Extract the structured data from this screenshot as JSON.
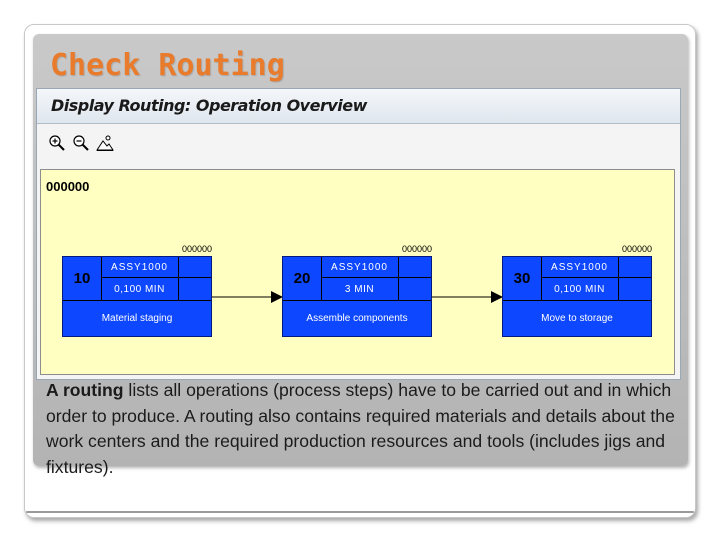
{
  "slide": {
    "title": "Check Routing",
    "description_lead": "A routing",
    "description_rest": " lists all operations (process steps) have to be carried out and in which order to produce. A routing also contains required materials and details about the work centers and the required production resources and tools (includes jigs and fixtures)."
  },
  "sap": {
    "window_title": "Display Routing: Operation Overview",
    "toolbar": [
      {
        "name": "zoom-in-icon"
      },
      {
        "name": "zoom-out-icon"
      },
      {
        "name": "overview-icon"
      }
    ],
    "graph_title": "000000",
    "operations": [
      {
        "code": "000000",
        "number": "10",
        "material": "ASSY1000",
        "time": "0,100 MIN",
        "description": "Material staging"
      },
      {
        "code": "000000",
        "number": "20",
        "material": "ASSY1000",
        "time": "3 MIN",
        "description": "Assemble components"
      },
      {
        "code": "000000",
        "number": "30",
        "material": "ASSY1000",
        "time": "0,100 MIN",
        "description": "Move to storage"
      }
    ]
  },
  "colors": {
    "title": "#e87b2c",
    "graph_background": "#ffffc2",
    "node_fill": "#0d47ff"
  }
}
